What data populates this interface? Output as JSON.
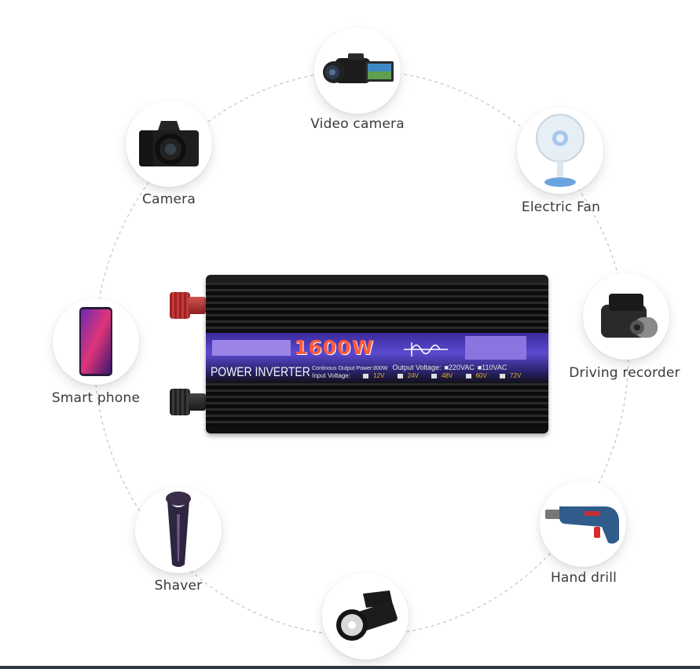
{
  "product": {
    "wattage": "1600W",
    "title": "POWER INVERTER",
    "continuous_power": "Continous Output Power:800W",
    "output_voltage_label": "Output  Voltage:",
    "output_options": [
      "220VAC",
      "110VAC"
    ],
    "input_voltage_label": "Input  Voltage:",
    "input_options": [
      "12V",
      "24V",
      "48V",
      "60V",
      "72V"
    ],
    "colors": {
      "wattage": "#ff5a3c",
      "panel": "#5b4ad0",
      "input_voltage": "#e2b423"
    }
  },
  "devices": [
    {
      "id": "video-camera",
      "label": "Video camera",
      "icon": "video-camera-icon"
    },
    {
      "id": "camera",
      "label": "Camera",
      "icon": "camera-icon"
    },
    {
      "id": "electric-fan",
      "label": "Electric Fan",
      "icon": "fan-icon"
    },
    {
      "id": "smart-phone",
      "label": "Smart phone",
      "icon": "smartphone-icon"
    },
    {
      "id": "driving-recorder",
      "label": "Driving recorder",
      "icon": "dashcam-icon"
    },
    {
      "id": "shaver",
      "label": "Shaver",
      "icon": "shaver-icon"
    },
    {
      "id": "hand-drill",
      "label": "Hand drill",
      "icon": "drill-icon"
    },
    {
      "id": "flashlight",
      "label": "",
      "icon": "flashlight-icon"
    }
  ]
}
